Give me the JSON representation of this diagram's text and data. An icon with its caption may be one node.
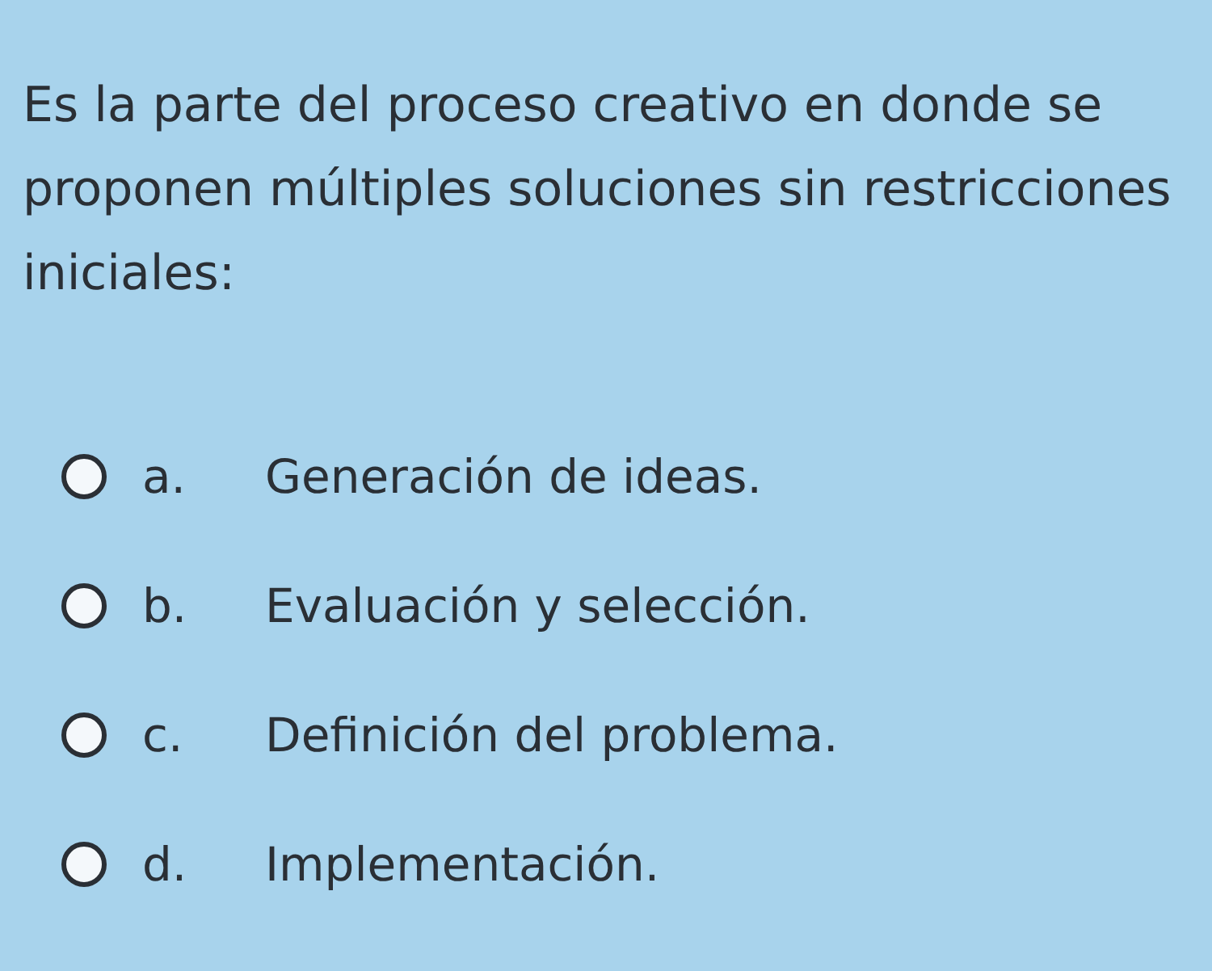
{
  "diagram": {
    "title": "Es la parte del proceso creativo en donde se proponen múltiples soluciones sin restricciones iniciales:",
    "labels": [
      "a.",
      "Generación de ideas.",
      "b.",
      "Evaluación y selección.",
      "c.",
      "Definición del problema.",
      "d.",
      "Implementación."
    ]
  }
}
